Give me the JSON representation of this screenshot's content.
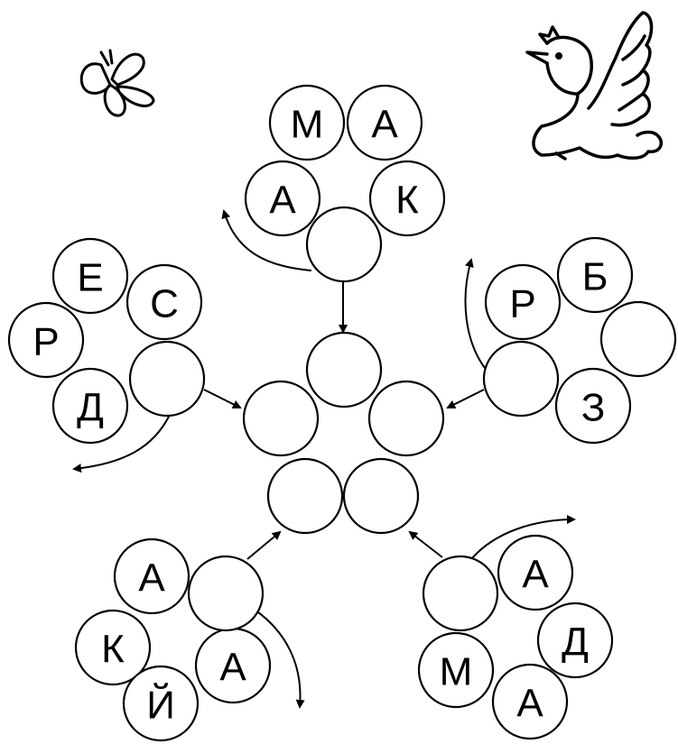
{
  "worksheet": {
    "flowers": [
      {
        "id": "top",
        "petals": [
          "А",
          "М",
          "А",
          "К"
        ],
        "answer_slot": ""
      },
      {
        "id": "left",
        "petals": [
          "Е",
          "С",
          "Р",
          "Д"
        ],
        "answer_slot": ""
      },
      {
        "id": "right",
        "petals": [
          "Б",
          "Р",
          "",
          "З"
        ],
        "answer_slot": ""
      },
      {
        "id": "bottom-left",
        "petals": [
          "А",
          "К",
          "А",
          "Й"
        ],
        "answer_slot": ""
      },
      {
        "id": "bottom-right",
        "petals": [
          "А",
          "Д",
          "М",
          "А"
        ],
        "answer_slot": ""
      }
    ],
    "center_flower": {
      "slots": [
        "",
        "",
        "",
        "",
        ""
      ]
    },
    "decorations": [
      "butterfly-icon",
      "bird-icon"
    ]
  }
}
